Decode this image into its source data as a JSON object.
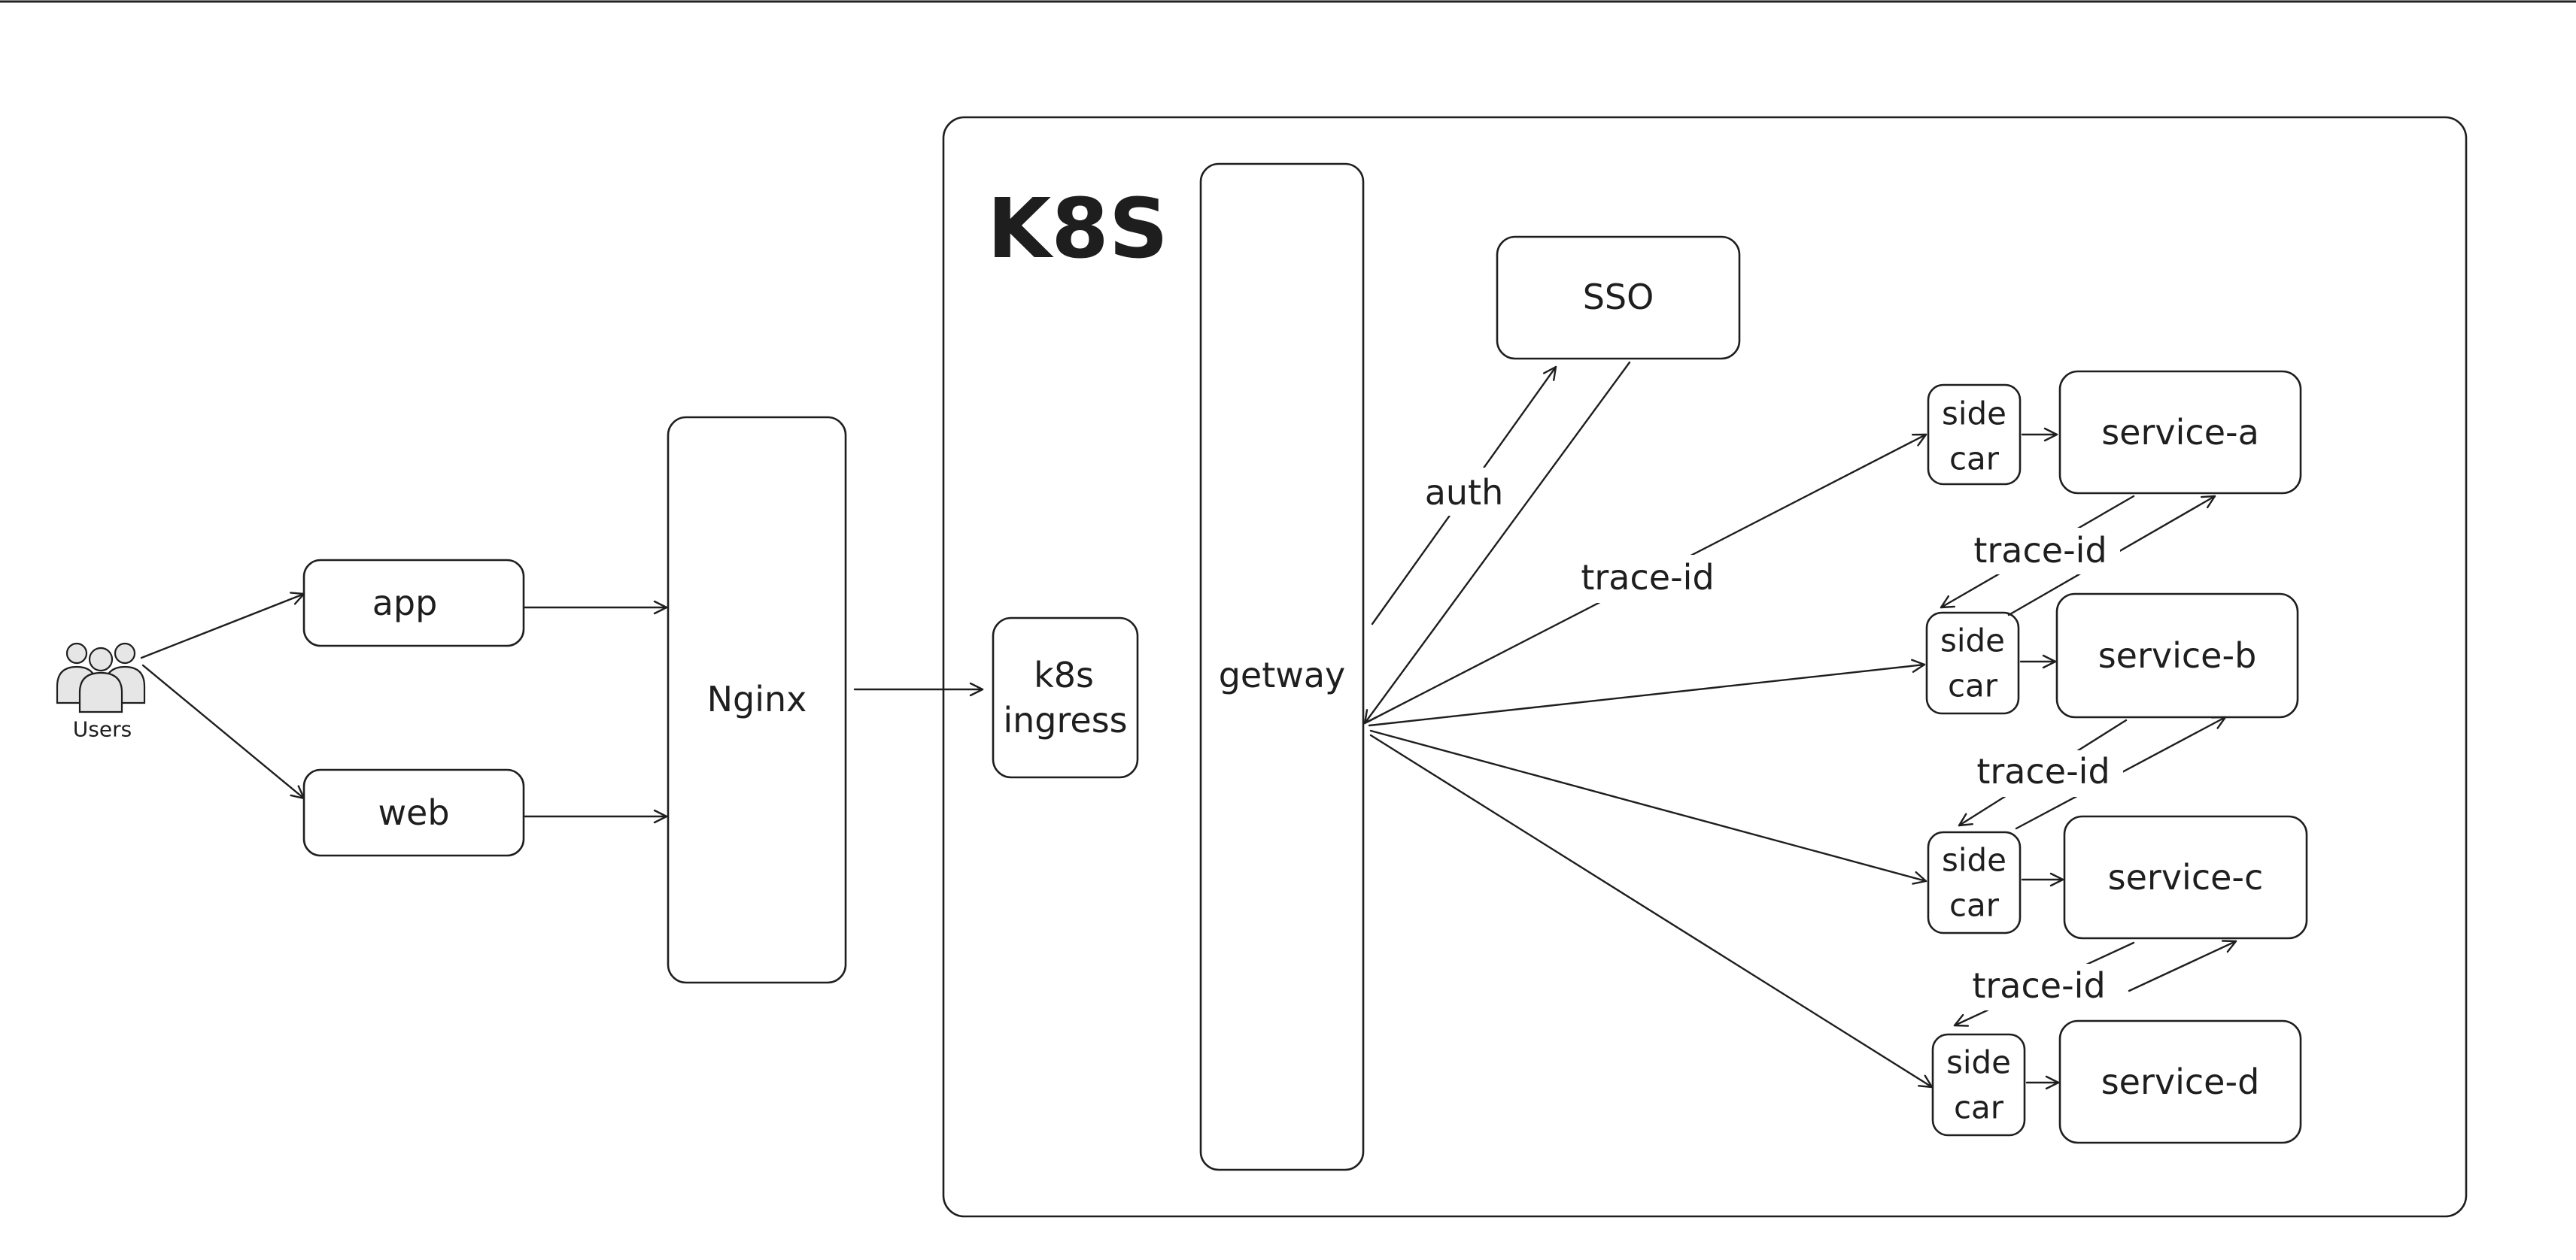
{
  "cluster": {
    "title": "K8S"
  },
  "users": {
    "label": "Users",
    "icon": "users-icon"
  },
  "clients": {
    "app": "app",
    "web": "web"
  },
  "proxy": {
    "nginx": "Nginx"
  },
  "ingress": {
    "line1": "k8s",
    "line2": "ingress"
  },
  "gateway": {
    "label": "getway"
  },
  "sso": {
    "label": "SSO"
  },
  "edges": {
    "auth": "auth",
    "trace_main": "trace-id",
    "trace_ab": "trace-id",
    "trace_bc": "trace-id",
    "trace_cd": "trace-id"
  },
  "sidecars": [
    {
      "line1": "side",
      "line2": "car"
    },
    {
      "line1": "side",
      "line2": "car"
    },
    {
      "line1": "side",
      "line2": "car"
    },
    {
      "line1": "side",
      "line2": "car"
    }
  ],
  "services": [
    "service-a",
    "service-b",
    "service-c",
    "service-d"
  ],
  "colors": {
    "stroke": "#1e1e1e",
    "background": "#ffffff"
  }
}
